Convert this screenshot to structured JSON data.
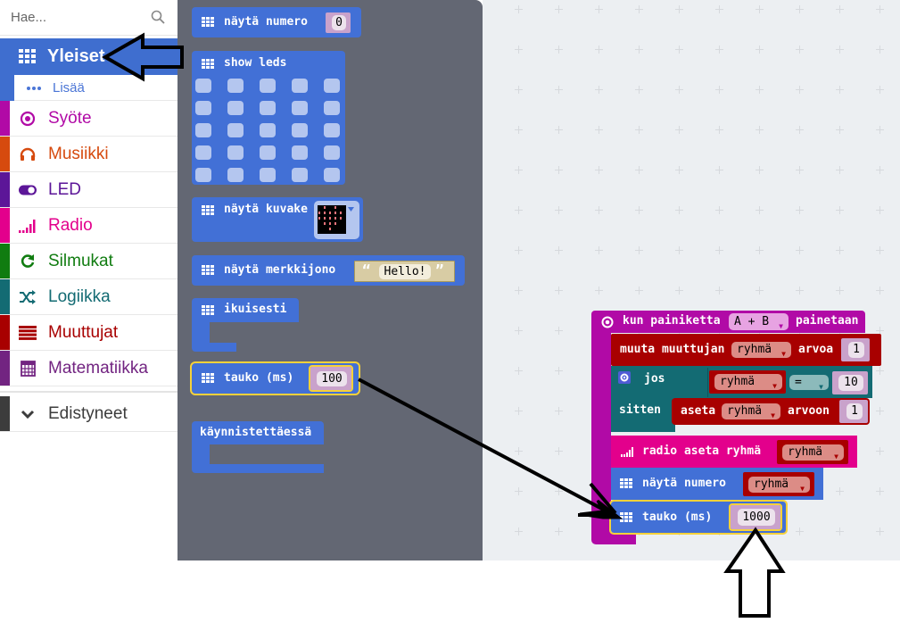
{
  "toolbox": {
    "search": {
      "placeholder": "Hae...",
      "icon": "search-icon"
    },
    "categories": [
      {
        "label": "Yleiset",
        "icon": "grid-icon",
        "color": "#3f6ecf",
        "selected": true
      },
      {
        "label": "Syöte",
        "icon": "target-icon",
        "color": "#b10aa6"
      },
      {
        "label": "Musiikki",
        "icon": "headphones-icon",
        "color": "#d64a0e"
      },
      {
        "label": "LED",
        "icon": "toggle-icon",
        "color": "#5c1698"
      },
      {
        "label": "Radio",
        "icon": "signal-icon",
        "color": "#e3008c"
      },
      {
        "label": "Silmukat",
        "icon": "refresh-icon",
        "color": "#107c10"
      },
      {
        "label": "Logiikka",
        "icon": "shuffle-icon",
        "color": "#136b73"
      },
      {
        "label": "Muuttujat",
        "icon": "list-icon",
        "color": "#a80000"
      },
      {
        "label": "Matematiikka",
        "icon": "calculator-icon",
        "color": "#722481"
      }
    ],
    "subcategory": {
      "label": "Lisää",
      "icon": "ellipsis-icon"
    },
    "advanced": {
      "label": "Edistyneet",
      "icon": "chevron-down-icon",
      "color": "#3c3c3c"
    }
  },
  "flyout": {
    "show_number": {
      "label": "näytä numero",
      "value": "0"
    },
    "show_leds": {
      "label": "show leds"
    },
    "show_icon": {
      "label": "näytä kuvake"
    },
    "show_string": {
      "label": "näytä merkkijono",
      "open_quote": "“",
      "value": "Hello!",
      "close_quote": "”"
    },
    "forever": {
      "label": "ikuisesti"
    },
    "pause": {
      "label": "tauko (ms)",
      "value": "100"
    },
    "on_start": {
      "label": "käynnistettäessä"
    }
  },
  "workspace": {
    "event": {
      "label_before": "kun painiketta",
      "button": "A + B",
      "label_after": "painetaan"
    },
    "change_var": {
      "label": "muuta muuttujan",
      "var": "ryhmä",
      "label2": "arvoa",
      "value": "1"
    },
    "if": {
      "label_if": "jos",
      "label_then": "sitten",
      "var": "ryhmä",
      "op": "=",
      "value": "10"
    },
    "set_var": {
      "label": "aseta",
      "var": "ryhmä",
      "label2": "arvoon",
      "value": "1"
    },
    "radio_group": {
      "label": "radio aseta ryhmä",
      "var": "ryhmä"
    },
    "show_number": {
      "label": "näytä numero",
      "var": "ryhmä"
    },
    "pause": {
      "label": "tauko (ms)",
      "value": "1000"
    }
  },
  "colors": {
    "basic": "#4270d6",
    "input": "#b10aa6",
    "variables": "#a80000",
    "logic": "#136b73",
    "radio": "#e3008c",
    "highlight": "#f5d13a",
    "flyout_bg": "#636773",
    "workspace_bg": "#eceff2"
  }
}
